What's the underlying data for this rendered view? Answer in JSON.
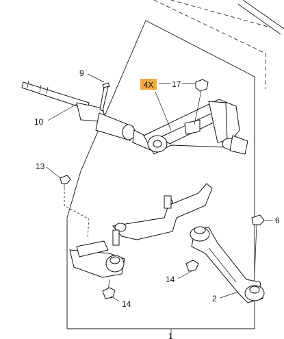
{
  "diagram": {
    "callouts": {
      "c9": "9",
      "c10": "10",
      "c13": "13",
      "c17": "17",
      "qty": "4X",
      "c6": "6",
      "c14a": "14",
      "c14b": "14",
      "c2": "2",
      "c1": "1"
    },
    "colors": {
      "qty_badge": "#f2a93b",
      "line": "#111111",
      "background": "#ffffff"
    }
  }
}
